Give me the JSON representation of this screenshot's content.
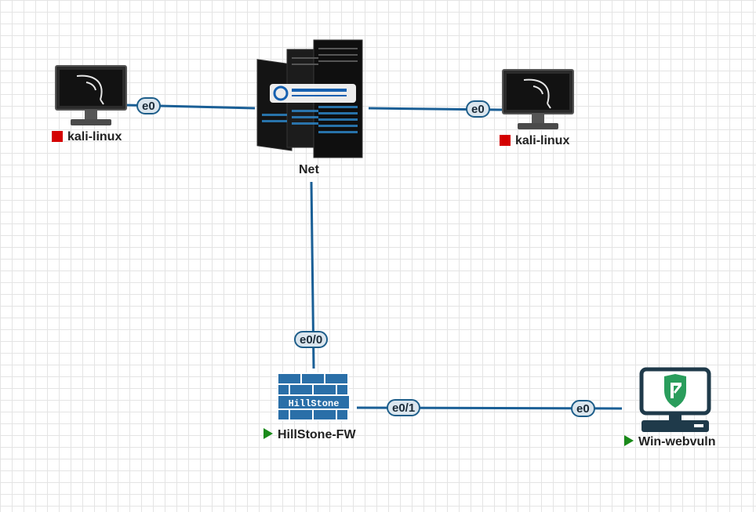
{
  "nodes": {
    "kali_left": {
      "label": "kali-linux",
      "status": "stopped"
    },
    "kali_right": {
      "label": "kali-linux",
      "status": "stopped"
    },
    "net": {
      "label": "Net"
    },
    "firewall": {
      "label": "HillStone-FW",
      "status": "running",
      "brand_text": "HillStone"
    },
    "win": {
      "label": "Win-webvuln",
      "status": "running"
    }
  },
  "interfaces": {
    "kali_left_e0": "e0",
    "kali_right_e0": "e0",
    "fw_e0_0": "e0/0",
    "fw_e0_1": "e0/1",
    "win_e0": "e0"
  },
  "colors": {
    "link": "#1a5f96",
    "stopped": "#d40000",
    "running": "#1a8a1a",
    "firewall": "#2a6fa8",
    "win_icon": "#2a9d5c"
  }
}
